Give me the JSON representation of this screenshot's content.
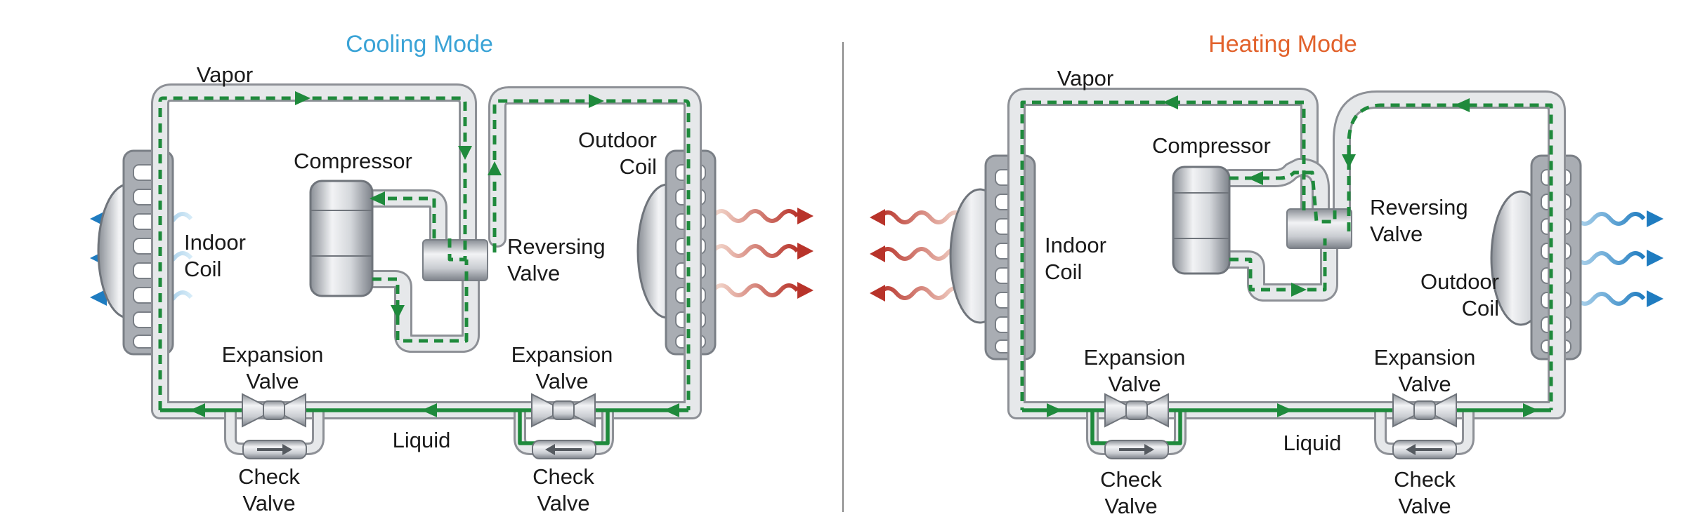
{
  "colors": {
    "cooling_title": "#3aa3d6",
    "heating_title": "#e2622c",
    "flow": "#1f8a3c",
    "hot_air": "#b8332a",
    "cold_air": "#1f7cc0"
  },
  "cooling": {
    "title": "Cooling Mode",
    "vapor": "Vapor",
    "liquid": "Liquid",
    "compressor": "Compressor",
    "reversing_valve": [
      "Reversing",
      "Valve"
    ],
    "indoor_coil": [
      "Indoor",
      "Coil"
    ],
    "outdoor_coil": [
      "Outdoor",
      "Coil"
    ],
    "expansion_valve_left": [
      "Expansion",
      "Valve"
    ],
    "expansion_valve_right": [
      "Expansion",
      "Valve"
    ],
    "check_valve_left": [
      "Check",
      "Valve"
    ],
    "check_valve_right": [
      "Check",
      "Valve"
    ]
  },
  "heating": {
    "title": "Heating Mode",
    "vapor": "Vapor",
    "liquid": "Liquid",
    "compressor": "Compressor",
    "reversing_valve": [
      "Reversing",
      "Valve"
    ],
    "indoor_coil": [
      "Indoor",
      "Coil"
    ],
    "outdoor_coil": [
      "Outdoor",
      "Coil"
    ],
    "expansion_valve_left": [
      "Expansion",
      "Valve"
    ],
    "expansion_valve_right": [
      "Expansion",
      "Valve"
    ],
    "check_valve_left": [
      "Check",
      "Valve"
    ],
    "check_valve_right": [
      "Check",
      "Valve"
    ]
  }
}
